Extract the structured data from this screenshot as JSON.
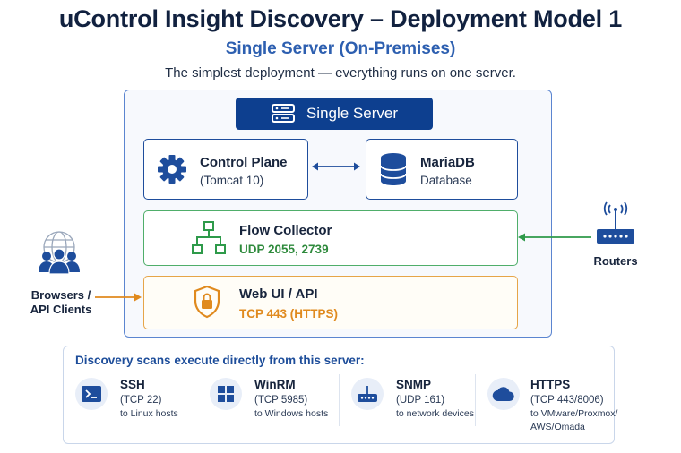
{
  "header": {
    "title": "uControl Insight Discovery – Deployment Model 1",
    "subtitle": "Single Server (On-Premises)",
    "description": "The simplest deployment — everything runs on one server."
  },
  "server": {
    "label": "Single Server",
    "control_plane": {
      "title": "Control Plane",
      "subtitle": "(Tomcat 10)"
    },
    "database": {
      "title": "MariaDB",
      "subtitle": "Database"
    },
    "flow_collector": {
      "title": "Flow Collector",
      "subtitle": "UDP 2055, 2739"
    },
    "web_ui": {
      "title": "Web UI / API",
      "subtitle": "TCP 443 (HTTPS)"
    }
  },
  "external": {
    "clients_label_line1": "Browsers /",
    "clients_label_line2": "API Clients",
    "routers_label": "Routers"
  },
  "scans": {
    "title": "Discovery scans execute directly from this server:",
    "items": [
      {
        "name": "SSH",
        "port": "(TCP 22)",
        "target_line1": "to Linux hosts",
        "target_line2": "",
        "icon": "terminal-icon"
      },
      {
        "name": "WinRM",
        "port": "(TCP 5985)",
        "target_line1": "to Windows hosts",
        "target_line2": "",
        "icon": "windows-icon"
      },
      {
        "name": "SNMP",
        "port": "(UDP 161)",
        "target_line1": "to network devices",
        "target_line2": "",
        "icon": "router-icon"
      },
      {
        "name": "HTTPS",
        "port": "(TCP 443/8006)",
        "target_line1": "to VMware/Proxmox/",
        "target_line2": "AWS/Omada",
        "icon": "cloud-icon"
      }
    ]
  },
  "colors": {
    "navy": "#0d3f8f",
    "blue": "#1e4d9c",
    "green": "#2e9a4a",
    "orange": "#e08a1e"
  }
}
